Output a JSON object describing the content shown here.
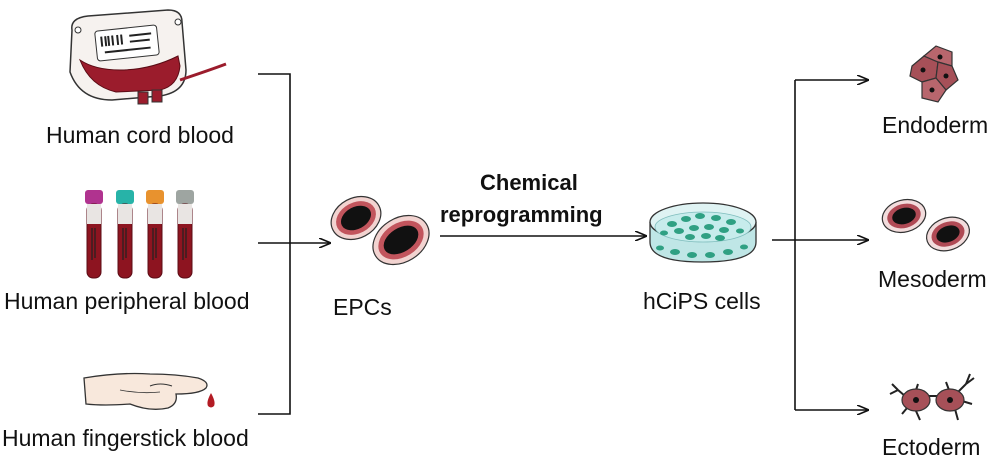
{
  "sources": {
    "cord": "Human cord blood",
    "peripheral": "Human peripheral blood",
    "fingerstick": "Human fingerstick blood"
  },
  "epcs_label": "EPCs",
  "process": {
    "line1": "Chemical",
    "line2": "reprogramming"
  },
  "hcips_label": "hCiPS cells",
  "lineages": {
    "endoderm": "Endoderm",
    "mesoderm": "Mesoderm",
    "ectoderm": "Ectoderm"
  },
  "icons": {
    "cord": "blood-bag-icon",
    "peripheral": "blood-tubes-icon",
    "fingerstick": "finger-prick-icon",
    "epcs": "epc-cells-icon",
    "hcips": "petri-dish-icon",
    "endoderm": "endoderm-cells-icon",
    "mesoderm": "mesoderm-cells-icon",
    "ectoderm": "ectoderm-cells-icon"
  },
  "colors": {
    "blood": "#9b1c2c",
    "cell_fill": "#b4545c",
    "dish_cells": "#2fa083",
    "cap_colors": [
      "#b0338f",
      "#27b3a8",
      "#e8922e",
      "#9ea5a1"
    ]
  }
}
